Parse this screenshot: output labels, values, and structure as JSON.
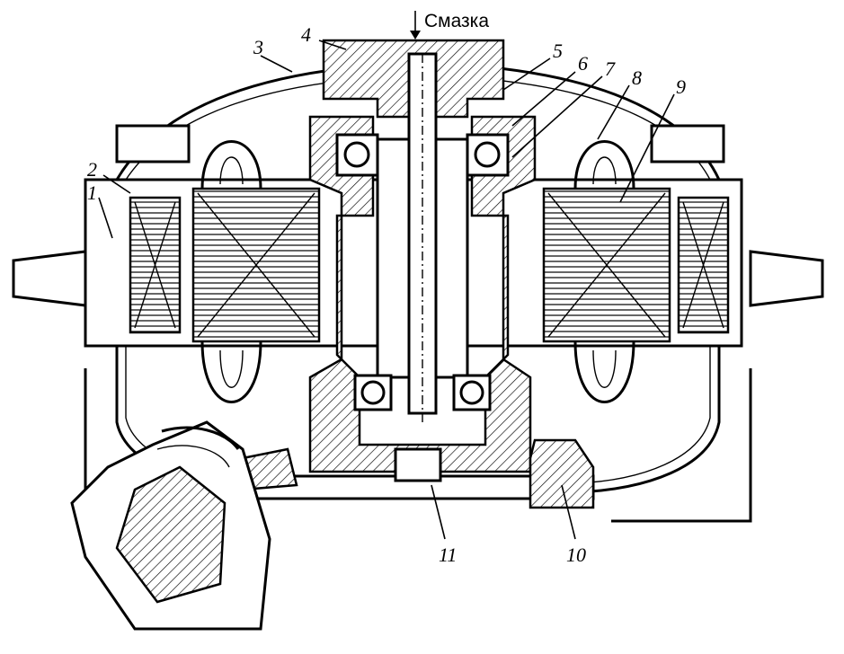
{
  "header": {
    "lubrication_label": "Смазка"
  },
  "callouts": [
    {
      "id": "1",
      "label": "1"
    },
    {
      "id": "2",
      "label": "2"
    },
    {
      "id": "3",
      "label": "3"
    },
    {
      "id": "4",
      "label": "4"
    },
    {
      "id": "5",
      "label": "5"
    },
    {
      "id": "6",
      "label": "6"
    },
    {
      "id": "7",
      "label": "7"
    },
    {
      "id": "8",
      "label": "8"
    },
    {
      "id": "9",
      "label": "9"
    },
    {
      "id": "10",
      "label": "10"
    },
    {
      "id": "11",
      "label": "11"
    }
  ]
}
